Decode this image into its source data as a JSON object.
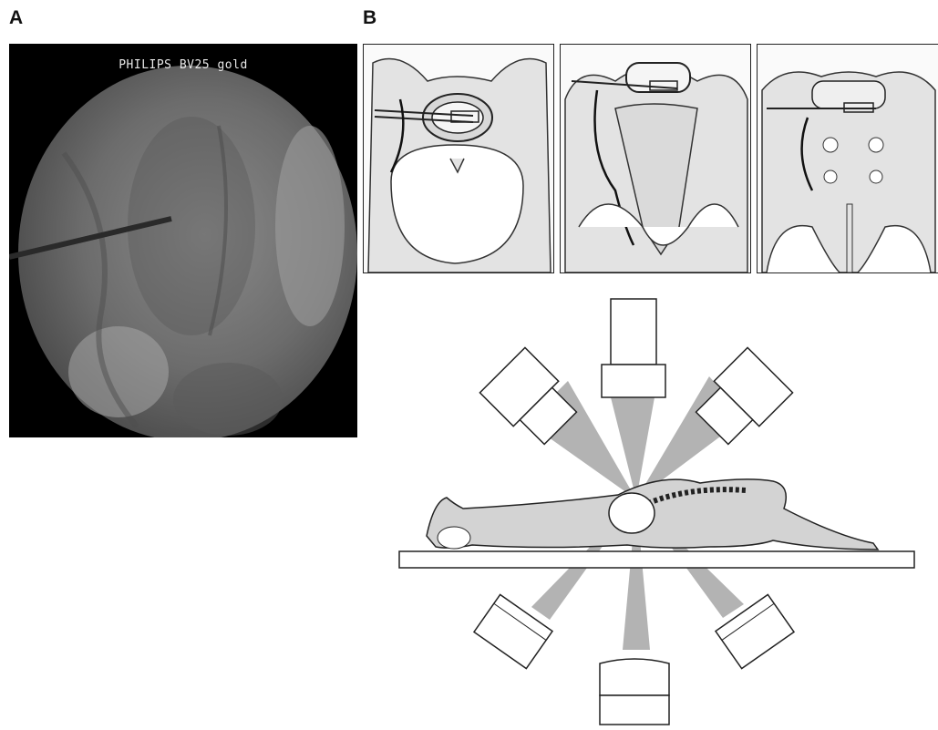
{
  "panels": {
    "a": {
      "label": "A",
      "fluoroscopy_caption": "PHILIPS BV25 gold"
    },
    "b": {
      "label": "B"
    }
  },
  "colors": {
    "bone": "#e3e3e3",
    "bone_line": "#333333",
    "beam": "#9a9a9a",
    "fluoro_bg": "#000000"
  },
  "icons": [
    "fluoroscopy-image",
    "pelvis-inlet-view",
    "pelvis-outlet-view",
    "pelvis-lateral-view",
    "c-arm-detector-icon",
    "c-arm-source-icon",
    "patient-figure",
    "operating-table"
  ]
}
